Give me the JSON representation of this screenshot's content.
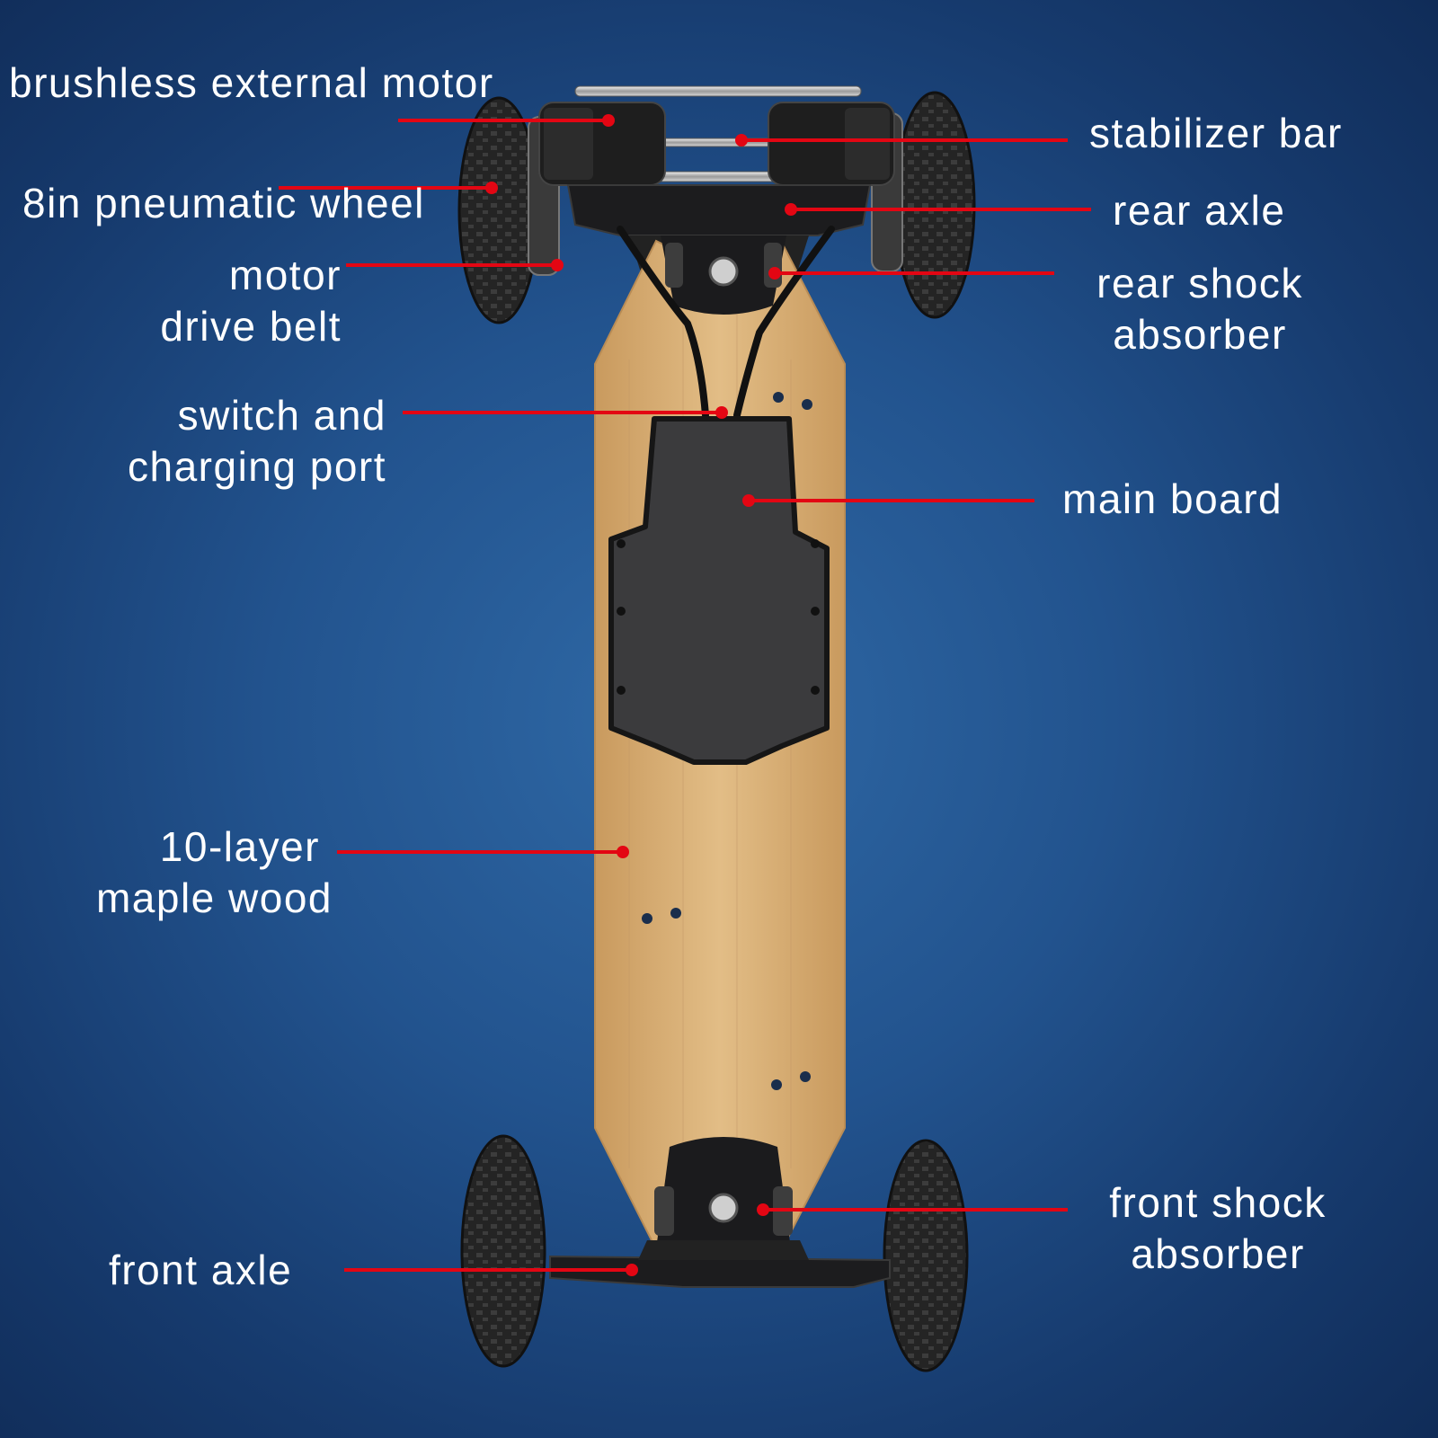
{
  "colors": {
    "background": "#22538e",
    "leader_line": "#e30613",
    "label_text": "#ffffff",
    "deck_wood": "#d9b179",
    "tire": "#262626",
    "truck": "#1c1c1e"
  },
  "labels": {
    "brushless_external_motor": "brushless external motor",
    "stabilizer_bar": "stabilizer bar",
    "pneumatic_wheel": "8in pneumatic wheel",
    "rear_axle": "rear axle",
    "motor_drive_belt": [
      "motor",
      "drive belt"
    ],
    "rear_shock_absorber": [
      "rear shock",
      "absorber"
    ],
    "switch_charging_port": [
      "switch and",
      "charging port"
    ],
    "main_board": "main board",
    "maple_wood": [
      "10-layer",
      "maple wood"
    ],
    "front_shock_absorber": [
      "front shock",
      "absorber"
    ],
    "front_axle": "front axle"
  }
}
